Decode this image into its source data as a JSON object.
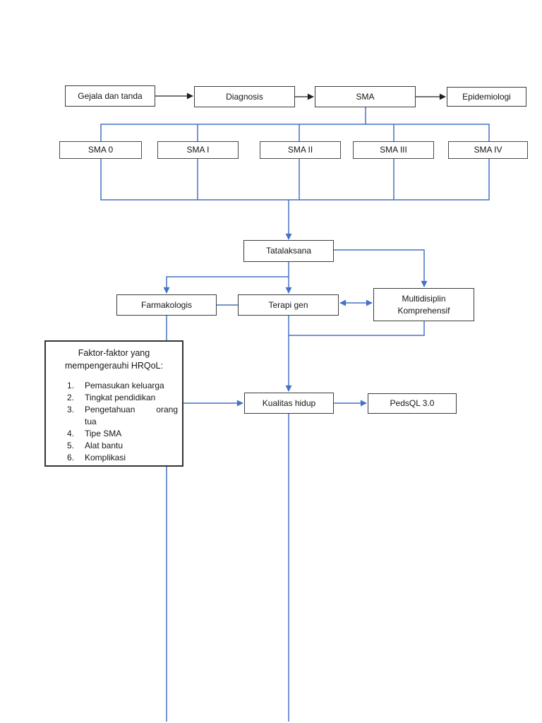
{
  "colors": {
    "connector_blue": "#4472C4",
    "connector_black": "#212121",
    "box_border": "#3b3b3b",
    "background": "#ffffff"
  },
  "flowchart": {
    "top_row": [
      {
        "label": "Gejala dan tanda"
      },
      {
        "label": "Diagnosis"
      },
      {
        "label": "SMA"
      },
      {
        "label": "Epidemiologi"
      }
    ],
    "sma_types": [
      "SMA 0",
      "SMA I",
      "SMA II",
      "SMA III",
      "SMA IV"
    ],
    "tatalaksana": "Tatalaksana",
    "treatments": {
      "farmakologis": "Farmakologis",
      "terapi_gen": "Terapi gen",
      "multidisiplin_line1": "Multidisiplin",
      "multidisiplin_line2": "Komprehensif"
    },
    "faktor_box": {
      "title_line1": "Faktor-faktor yang",
      "title_line2": "mempengerauhi HRQoL:",
      "items": [
        {
          "n": "1.",
          "text": "Pemasukan keluarga"
        },
        {
          "n": "2.",
          "text": "Tingkat pendidikan"
        },
        {
          "n": "3.",
          "w1": "Pengetahuan",
          "w2": "orang",
          "cont": "tua"
        },
        {
          "n": "4.",
          "text": "Tipe SMA"
        },
        {
          "n": "5.",
          "text": "Alat bantu"
        },
        {
          "n": "6.",
          "text": "Komplikasi"
        }
      ]
    },
    "kualitas_hidup": "Kualitas hidup",
    "pedsql": "PedsQL 3.0"
  }
}
